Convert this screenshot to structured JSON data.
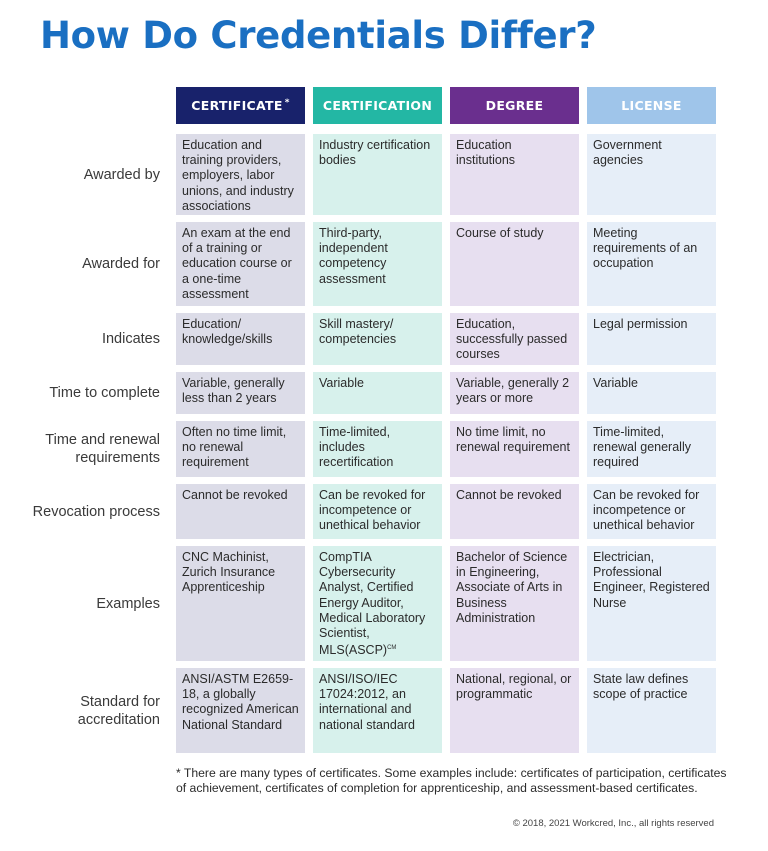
{
  "title": "How Do Credentials Differ?",
  "columns": [
    {
      "label": "CERTIFICATE",
      "suffix": "*",
      "color": "#18226b"
    },
    {
      "label": "CERTIFICATION",
      "suffix": "",
      "color": "#23b7a4"
    },
    {
      "label": "DEGREE",
      "suffix": "",
      "color": "#6a2f8e"
    },
    {
      "label": "LICENSE",
      "suffix": "",
      "color": "#9fc5ea"
    }
  ],
  "rows": [
    {
      "label": "Awarded by",
      "cells": [
        "Education and training providers, employers, labor unions, and industry associations",
        "Industry certification bodies",
        "Education institutions",
        "Government agencies"
      ]
    },
    {
      "label": "Awarded for",
      "cells": [
        "An exam at the end of a training or education course or a one-time assessment",
        "Third-party, independent competency assessment",
        "Course of study",
        "Meeting requirements of an occupation"
      ]
    },
    {
      "label": "Indicates",
      "cells": [
        "Education/ knowledge/skills",
        "Skill mastery/ competencies",
        "Education, successfully passed courses",
        "Legal permission"
      ]
    },
    {
      "label": "Time to complete",
      "cells": [
        "Variable, generally less than 2 years",
        "Variable",
        "Variable, generally 2 years or more",
        "Variable"
      ]
    },
    {
      "label": "Time and renewal requirements",
      "cells": [
        "Often no time limit, no renewal requirement",
        "Time-limited, includes recertification",
        "No time limit, no renewal requirement",
        "Time-limited, renewal generally required"
      ]
    },
    {
      "label": "Revocation process",
      "cells": [
        "Cannot be revoked",
        "Can be revoked for incompetence or unethical behavior",
        "Cannot be revoked",
        "Can be revoked for incompetence or unethical behavior"
      ]
    },
    {
      "label": "Examples",
      "cells": [
        "CNC Machinist, Zurich Insurance Apprenticeship",
        "CompTIA Cybersecurity Analyst, Certified Energy Auditor, Medical Laboratory Scientist, MLS(ASCP)",
        "Bachelor of Science in Engineering, Associate of Arts in Business Administration",
        "Electrician, Professional Engineer, Registered Nurse"
      ]
    },
    {
      "label": "Standard for accreditation",
      "cells": [
        "ANSI/ASTM E2659-18, a globally recognized American National Standard",
        "ANSI/ISO/IEC 17024:2012, an international and national standard",
        "National, regional, or programmatic",
        "State law defines scope of practice"
      ]
    }
  ],
  "examples_superscript": "CM",
  "footnote": "* There are many types of certificates. Some examples include: certificates of participation, certificates of achievement, certificates of completion for apprenticeship, and assessment-based certificates.",
  "copyright": "© 2018, 2021 Workcred, Inc., all rights reserved"
}
